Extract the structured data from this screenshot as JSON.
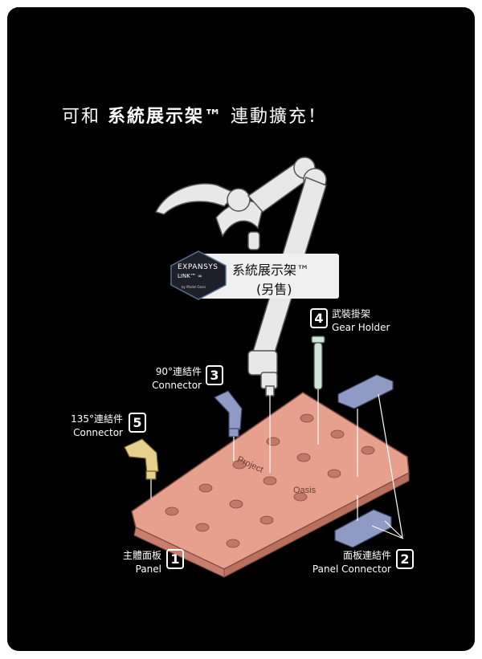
{
  "headline": {
    "prefix": "可和",
    "product": "系統展示架™",
    "suffix": "連動擴充！"
  },
  "badge": {
    "logo_line1": "EXPANSYS",
    "logo_line2": "LINK™ ∞",
    "logo_line3": "by Model Oasis",
    "name": "系統展示架™",
    "note": "(另售)"
  },
  "parts": [
    {
      "number": "1",
      "zh": "主體面板",
      "en": "Panel"
    },
    {
      "number": "2",
      "zh": "面板連結件",
      "en": "Panel Connector"
    },
    {
      "number": "3",
      "zh": "90°連結件",
      "en": "Connector"
    },
    {
      "number": "4",
      "zh": "武裝掛架",
      "en": "Gear Holder"
    },
    {
      "number": "5",
      "zh": "135°連結件",
      "en": "Connector"
    }
  ],
  "panel_marks": {
    "project": "Project",
    "oasis": "Oasis"
  },
  "colors": {
    "background": "#000000",
    "panel": "#e8a08e",
    "connector": "#8f9bc4",
    "gear_holder": "#cfe3d8",
    "connector_135": "#e7d08c",
    "arm": "#e8e8e8"
  }
}
